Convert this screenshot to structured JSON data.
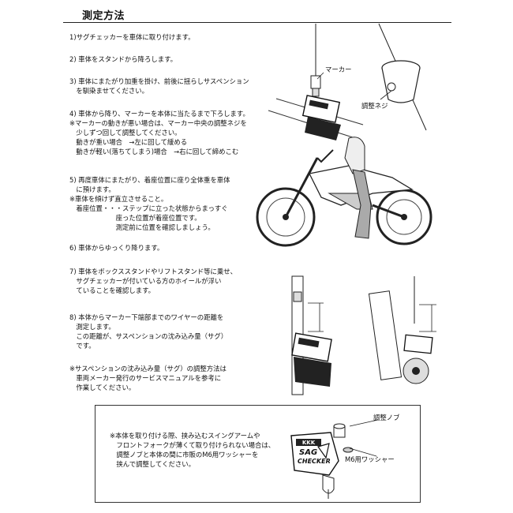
{
  "title": "測定方法",
  "steps": [
    {
      "lines": [
        "1)サグチェッカーを車体に取り付けます。"
      ]
    },
    {
      "lines": [
        "2) 車体をスタンドから降ろします。"
      ]
    },
    {
      "lines": [
        "3) 車体にまたがり加重を掛け、前後に揺らしサスペンション",
        "　を馴染ませてください。"
      ]
    },
    {
      "lines": [
        "4) 車体から降り、マーカーを本体に当たるまで下ろします。",
        "※マーカーの動きが悪い場合は、マーカー中央の調整ネジを",
        "　少しずつ回して調整してください。",
        "　動きが重い場合　→左に回して緩める",
        "　動きが軽い(落ちてしまう)場合　→右に回して締めこむ"
      ]
    },
    {
      "lines": [
        "5) 再度車体にまたがり、着座位置に座り全体重を車体",
        "　に預けます。",
        "※車体を傾けず直立させること。",
        "　着座位置・・・ステップに立った状態からまっすぐ",
        "　　　　　　　座った位置が着座位置です。",
        "　　　　　　　測定前に位置を確認しましょう。"
      ]
    },
    {
      "lines": [
        "6) 車体からゆっくり降ります。"
      ]
    },
    {
      "lines": [
        "7) 車体をボックススタンドやリフトスタンド等に乗せ、",
        "　サグチェッカーが付いている方のホイールが浮い",
        "　ていることを確認します。"
      ]
    },
    {
      "lines": [
        "8) 本体からマーカー下端部までのワイヤーの距離を",
        "　測定します。",
        "　この距離が、サスペンションの沈み込み量（サグ）",
        "　です。"
      ]
    },
    {
      "lines": [
        "※サスペンションの沈み込み量（サグ）の調整方法は",
        "　車両メーカー発行のサービスマニュアルを参考に",
        "　作業してください。"
      ]
    }
  ],
  "labels": {
    "marker": "マーカー",
    "adjust_screw": "調整ネジ",
    "adjust_knob": "調整ノブ",
    "washer": "M6用ワッシャー"
  },
  "device_text": {
    "brand": "KKK",
    "line1": "SAG",
    "line2": "CHECKER"
  },
  "note": {
    "lines": [
      "※本体を取り付ける際、挟み込むスイングアームや",
      "　フロントフォークが薄くて取り付けられない場合は、",
      "　調整ノブと本体の間に市販のM6用ワッシャーを",
      "　挟んで調整してください。"
    ]
  }
}
